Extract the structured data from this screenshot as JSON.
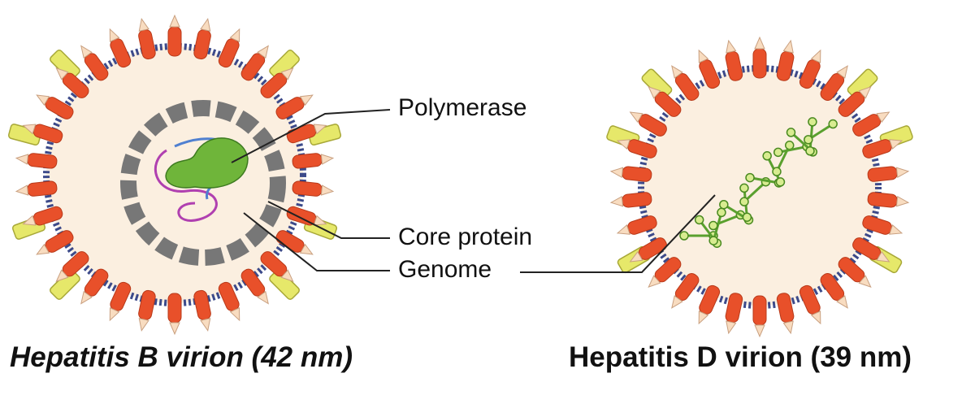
{
  "labels": {
    "polymerase": "Polymerase",
    "core_protein": "Core protein",
    "genome": "Genome"
  },
  "captions": {
    "hbv": "Hepatitis B virion (42 nm)",
    "hdv": "Hepatitis D virion (39 nm)"
  },
  "colors": {
    "spike": "#e8502a",
    "membrane": "#3c4a8a",
    "interior": "#fbefe0",
    "polymerase": "#6fb53a",
    "core": "#888888",
    "rna": "#5aa02e"
  }
}
